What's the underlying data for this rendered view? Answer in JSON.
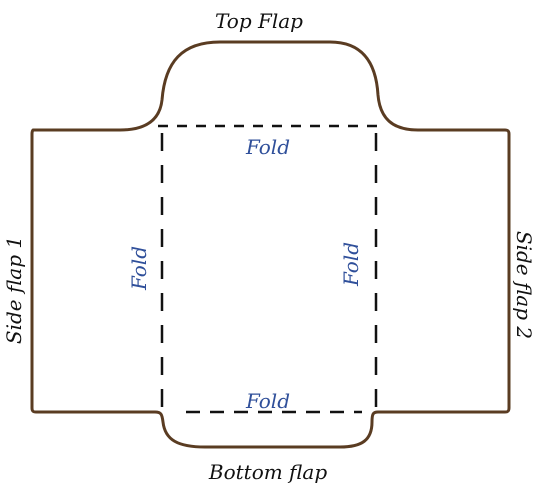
{
  "labels": {
    "top_flap": "Top Flap",
    "bottom_flap": "Bottom flap",
    "side_flap_1": "Side flap 1",
    "side_flap_2": "Side flap 2",
    "fold_top": "Fold",
    "fold_bottom": "Fold",
    "fold_left": "Fold",
    "fold_right": "Fold"
  },
  "colors": {
    "outline": "#5a3c22",
    "fold_line": "#111111",
    "fold_text": "#2f4f9a",
    "label_text": "#111111"
  }
}
